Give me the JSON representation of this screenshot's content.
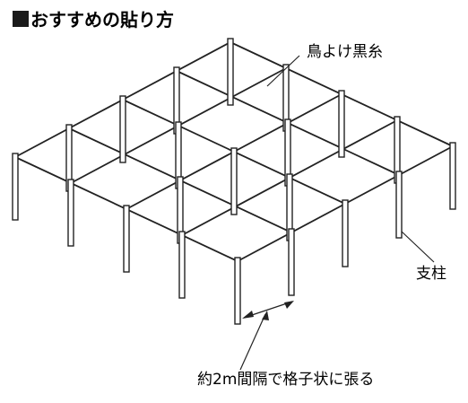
{
  "title": "おすすめの貼り方",
  "title_marker_color": "#1a1a1a",
  "labels": {
    "bird_net_thread": "鳥よけ黒糸",
    "support_post": "支柱",
    "spacing_note": "約2m間隔で格子状に張る"
  },
  "colors": {
    "line": "#222222",
    "post_fill": "#ffffff",
    "background": "#ffffff"
  }
}
